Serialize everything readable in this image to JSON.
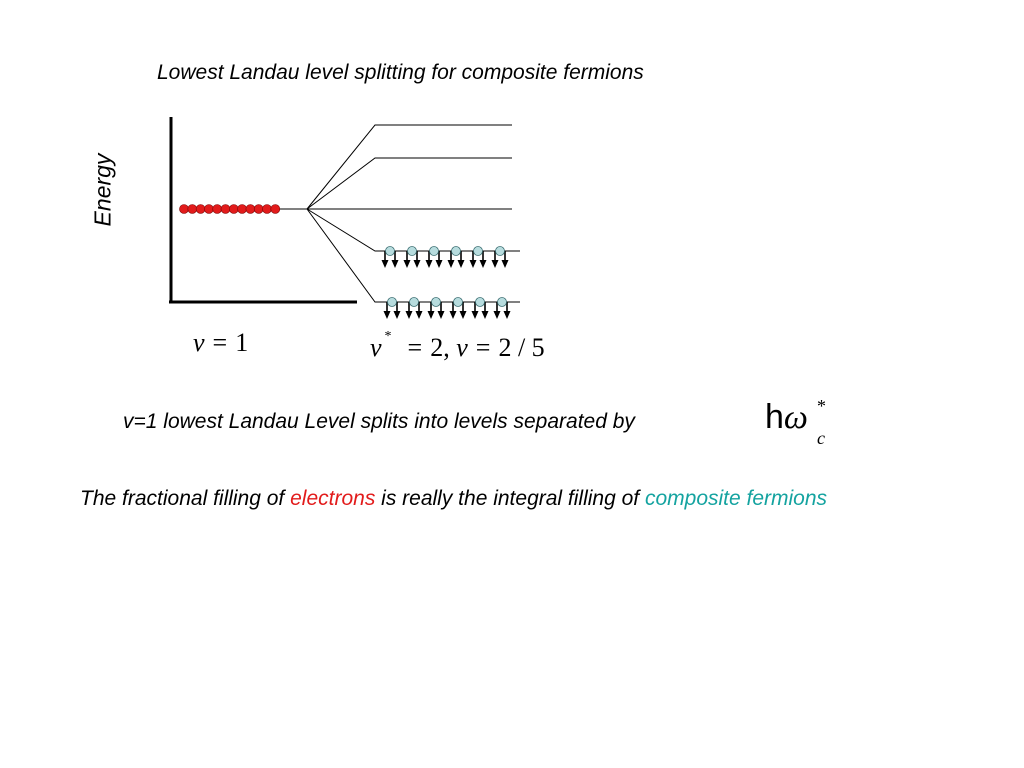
{
  "title": "Lowest Landau level splitting for composite fermions",
  "axis": {
    "ylabel": "Energy"
  },
  "labels": {
    "left_nu": "v",
    "left_eq": "=",
    "left_val": "1",
    "right_nu_star": "v",
    "right_star": "*",
    "right_eq1": "=",
    "right_val1": "2,",
    "right_nu": "v",
    "right_eq2": "=",
    "right_val2": "2 / 5"
  },
  "caption": {
    "split_text": "v=1 lowest Landau Level splits into levels separated by",
    "hbar": "h",
    "omega": "ω",
    "star": "*",
    "sub": "c"
  },
  "bottom": {
    "part1": "The fractional filling of ",
    "electrons": "electrons",
    "part2": " is really the integral filling of ",
    "cf": "composite fermions"
  },
  "colors": {
    "electron": "#e21b1b",
    "composite_fermion": "#b7dcde",
    "teal_text": "#14a3a0",
    "red_text": "#e21b1b"
  },
  "counts": {
    "electrons": 12,
    "cf_per_level": 6
  }
}
